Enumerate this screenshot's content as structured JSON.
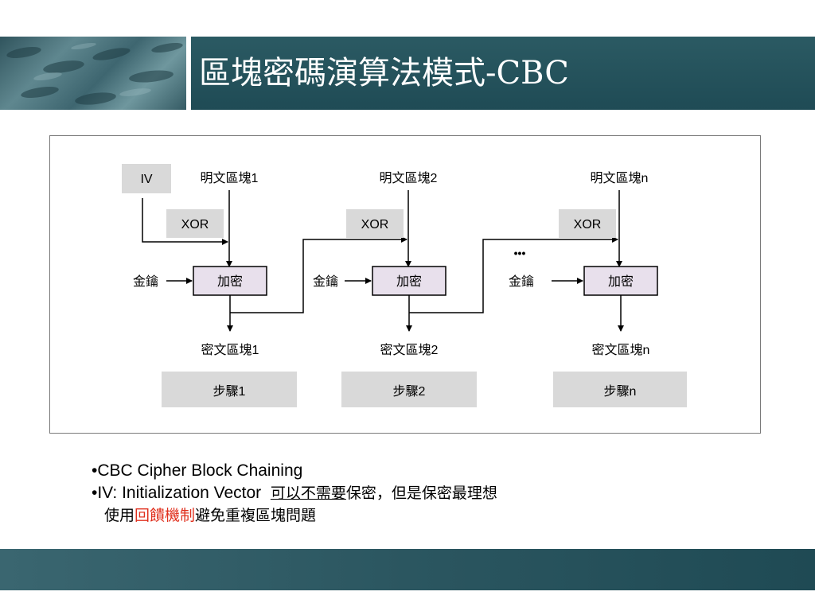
{
  "slide": {
    "title": "區塊密碼演算法模式-CBC"
  },
  "diagram": {
    "iv_label": "IV",
    "xor_label": "XOR",
    "key_label": "金鑰",
    "encrypt_label": "加密",
    "ellipsis": "•••",
    "stages": [
      {
        "plaintext": "明文區塊1",
        "ciphertext": "密文區塊1",
        "step": "步驟1"
      },
      {
        "plaintext": "明文區塊2",
        "ciphertext": "密文區塊2",
        "step": "步驟2"
      },
      {
        "plaintext": "明文區塊n",
        "ciphertext": "密文區塊n",
        "step": "步驟n"
      }
    ]
  },
  "notes": {
    "bullet1": "•CBC Cipher Block Chaining",
    "bullet2_prefix": "•IV: Initialization Vector",
    "bullet2_underlined": "可以不需要",
    "bullet2_suffix": "保密，但是保密最理想",
    "line3_prefix": "使用",
    "line3_highlight": "回饋機制",
    "line3_suffix": "避免重複區塊問題"
  },
  "colors": {
    "title_bar": "#1f4b55",
    "gray_box": "#d9d9d9",
    "encrypt_box": "#e8e0ec",
    "highlight_red": "#e0301e"
  }
}
